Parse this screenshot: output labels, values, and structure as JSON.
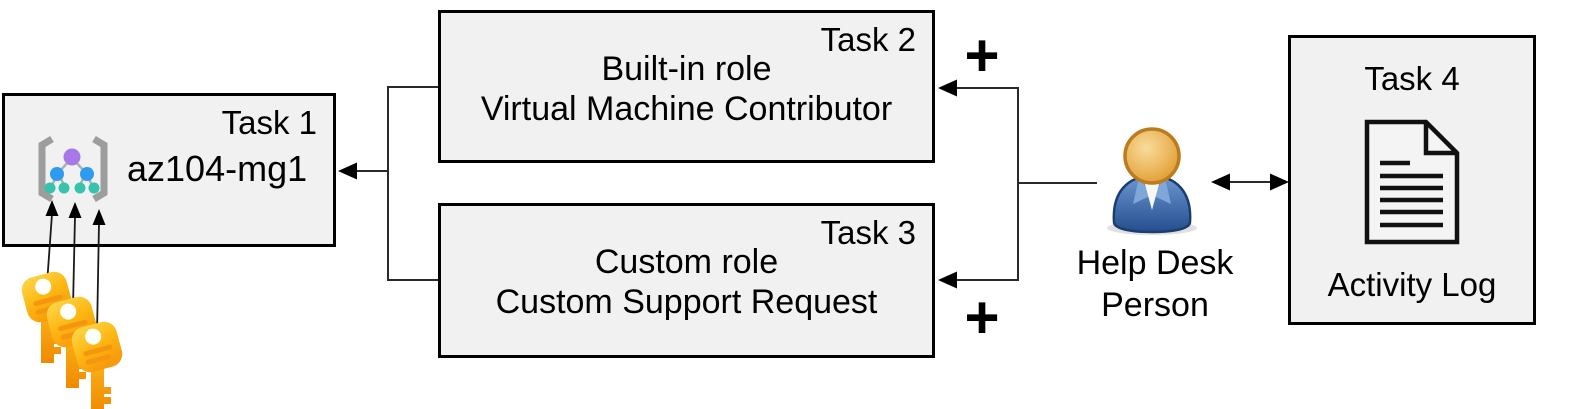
{
  "task1": {
    "label": "Task 1",
    "name": "az104-mg1"
  },
  "task2": {
    "label": "Task 2",
    "role_type": "Built-in role",
    "role_name": "Virtual Machine Contributor"
  },
  "task3": {
    "label": "Task 3",
    "role_type": "Custom role",
    "role_name": "Custom Support Request"
  },
  "task4": {
    "label": "Task 4",
    "caption": "Activity Log"
  },
  "actor": {
    "name_line1": "Help Desk",
    "name_line2": "Person"
  },
  "symbols": {
    "plus": "+"
  },
  "icons": {
    "management_group": "management-group-icon",
    "key": "key-icon",
    "person": "person-icon",
    "document": "document-icon"
  },
  "colors": {
    "box_fill": "#f1f1f1",
    "box_border": "#000000",
    "connector": "#000000",
    "key_gold_light": "#FFD84D",
    "key_gold_dark": "#F79C0C",
    "key_stripe": "#F5960F",
    "person_body_blue": "#2E5A9E",
    "person_head_orange": "#E3A13B",
    "mg_node_purple": "#A678E8",
    "mg_node_blue": "#2F9BF0",
    "mg_node_teal": "#35C3AE",
    "mg_bracket_gray": "#9D9D9D"
  }
}
